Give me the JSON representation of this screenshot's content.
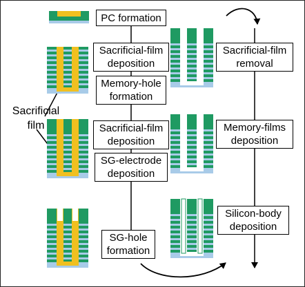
{
  "steps": [
    {
      "id": "pc",
      "label": "PC formation"
    },
    {
      "id": "sac1",
      "label": "Sacrificial-film\ndeposition"
    },
    {
      "id": "mh",
      "label": "Memory-hole\nformation"
    },
    {
      "id": "sac2",
      "label": "Sacrificial-film\ndeposition"
    },
    {
      "id": "sg",
      "label": "SG-electrode\ndeposition"
    },
    {
      "id": "sgh",
      "label": "SG-hole\nformation"
    },
    {
      "id": "rem",
      "label": "Sacrificial-film\nremoval"
    },
    {
      "id": "mf",
      "label": "Memory-films\ndeposition"
    },
    {
      "id": "sb",
      "label": "Silicon-body\ndeposition"
    }
  ],
  "callout": {
    "label": "Sacrificial\nfilm"
  },
  "colors": {
    "electrode": "#1f9a62",
    "dielectric": "#a8cbe8",
    "sacrificial": "#f0c020",
    "hole": "#ffffff",
    "line": "#000000"
  }
}
